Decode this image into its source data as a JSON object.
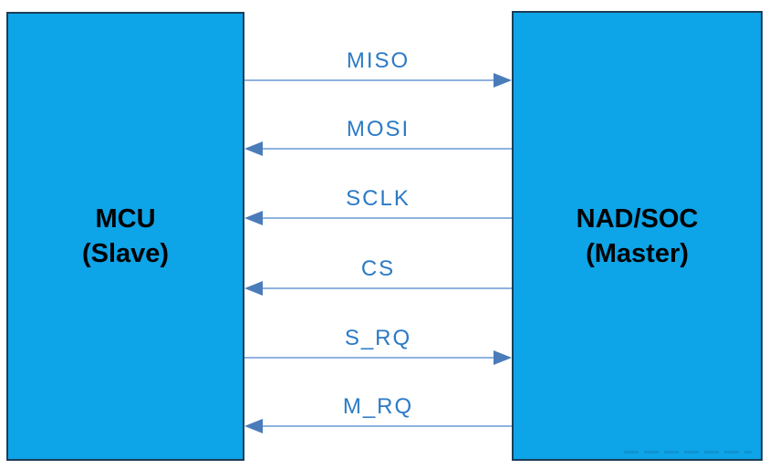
{
  "diagram": {
    "left_box": {
      "title": "MCU",
      "subtitle": "(Slave)"
    },
    "right_box": {
      "title": "NAD/SOC",
      "subtitle": "(Master)"
    },
    "signals": [
      {
        "label": "MISO",
        "direction": "right"
      },
      {
        "label": "MOSI",
        "direction": "left"
      },
      {
        "label": "SCLK",
        "direction": "left"
      },
      {
        "label": "CS",
        "direction": "left"
      },
      {
        "label": "S_RQ",
        "direction": "right"
      },
      {
        "label": "M_RQ",
        "direction": "left"
      }
    ]
  },
  "colors": {
    "box_fill": "#0EA4E8",
    "box_border": "#1C3D57",
    "signal_label_text": "#2B7AC6",
    "signal_line": "#8FB2DE",
    "arrowhead": "#4A7CBA",
    "box_title_text": "#000000",
    "background": "#FFFFFF"
  }
}
